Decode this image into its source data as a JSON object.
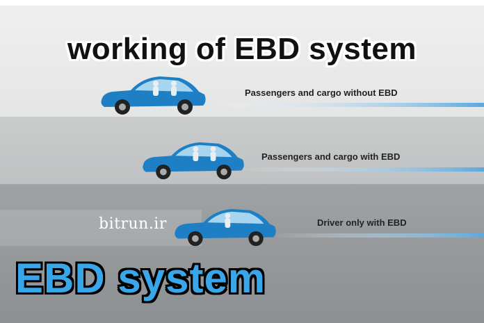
{
  "title": "working of EBD system",
  "rows": [
    {
      "label": "Passengers and cargo without EBD"
    },
    {
      "label": "Passengers and cargo with EBD"
    },
    {
      "label": "Driver only with EBD"
    }
  ],
  "watermark": "bitrun.ir",
  "bottom_title": "EBD system",
  "colors": {
    "car_body": "#1f7fc4",
    "arrow": "#5aa9df",
    "bottom_title": "#3aa6ea"
  },
  "icons": [
    "car-icon",
    "passenger-figure-icon",
    "arrow-icon"
  ]
}
